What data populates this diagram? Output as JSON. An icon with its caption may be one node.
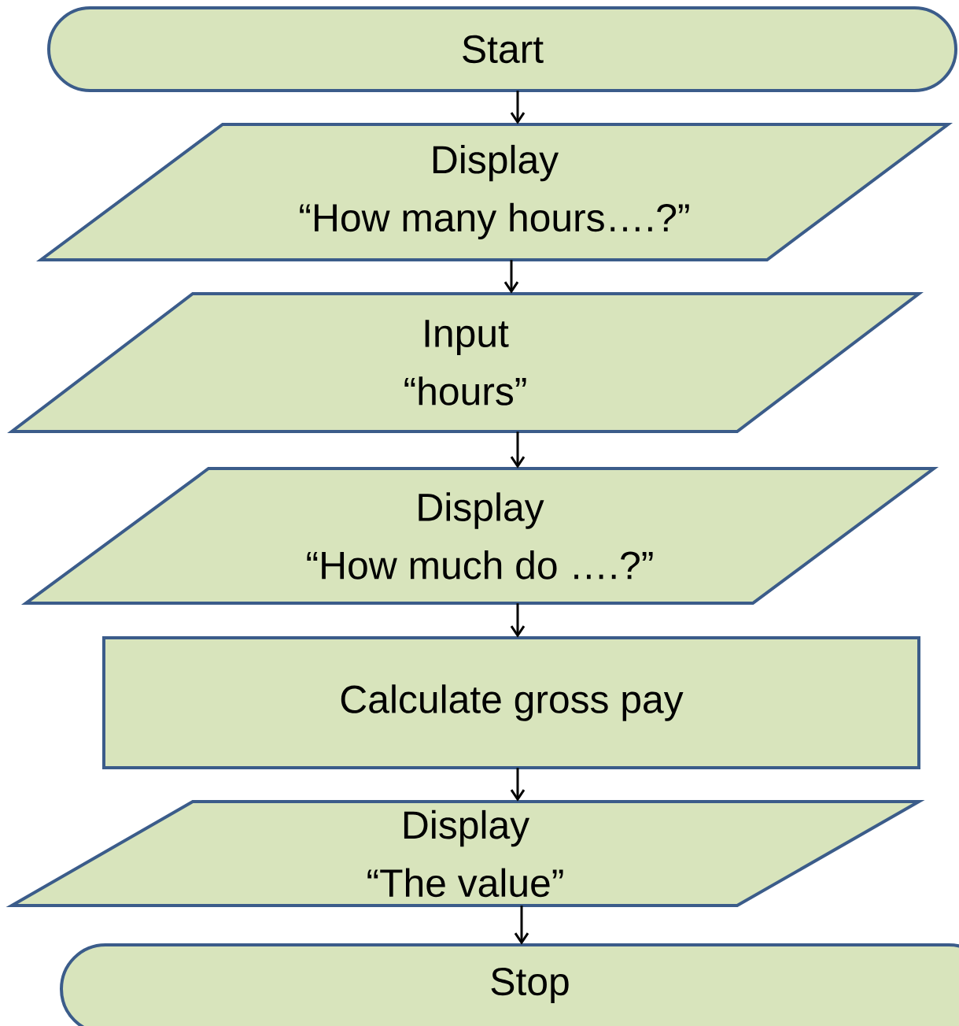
{
  "diagram": {
    "nodes": [
      {
        "text": [
          "Start"
        ]
      },
      {
        "text": [
          "Display",
          "“How many hours….?”"
        ]
      },
      {
        "text": [
          "Input",
          "“hours”"
        ]
      },
      {
        "text": [
          "Display",
          "“How much do ….?”"
        ]
      },
      {
        "text": [
          "Calculate gross pay"
        ]
      },
      {
        "text": [
          "Display",
          "“The value”"
        ]
      },
      {
        "text": [
          "Stop"
        ]
      }
    ],
    "edges": [
      {
        "from": 0,
        "to": 1,
        "arrow": "to"
      },
      {
        "from": 1,
        "to": 2,
        "arrow": "to"
      },
      {
        "from": 2,
        "to": 3,
        "arrow": "to"
      },
      {
        "from": 3,
        "to": 4,
        "arrow": "to"
      },
      {
        "from": 4,
        "to": 5,
        "arrow": "to"
      },
      {
        "from": 5,
        "to": 6,
        "arrow": "to"
      }
    ]
  }
}
